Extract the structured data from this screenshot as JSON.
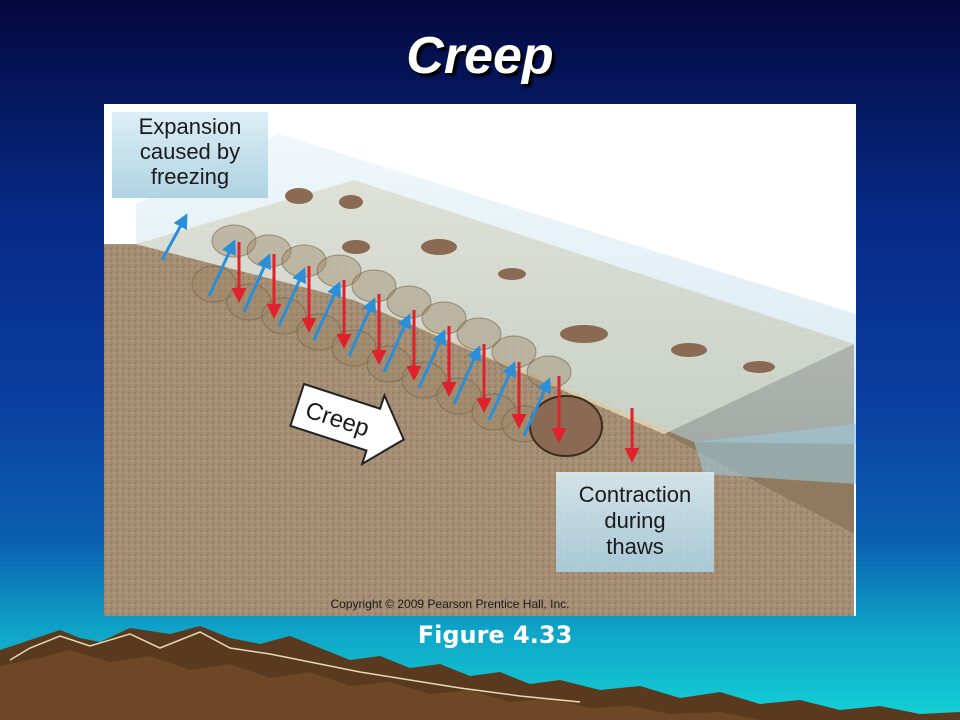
{
  "slide": {
    "title": "Creep",
    "caption": "Figure 4.33"
  },
  "figure": {
    "label_expansion": [
      "Expansion",
      "caused by",
      "freezing"
    ],
    "label_contraction": [
      "Contraction",
      "during",
      "thaws"
    ],
    "arrow_label": "Creep",
    "copyright": "Copyright © 2009 Pearson Prentice Hall, Inc.",
    "colors": {
      "expansion_arrow": "#2a8fd8",
      "contraction_arrow": "#e0202a",
      "frozen_layer": "#cfe6f2",
      "soil": "#a08a70"
    },
    "icons": [
      "creep-direction-arrow",
      "boulder-icon",
      "rock-icon"
    ]
  }
}
